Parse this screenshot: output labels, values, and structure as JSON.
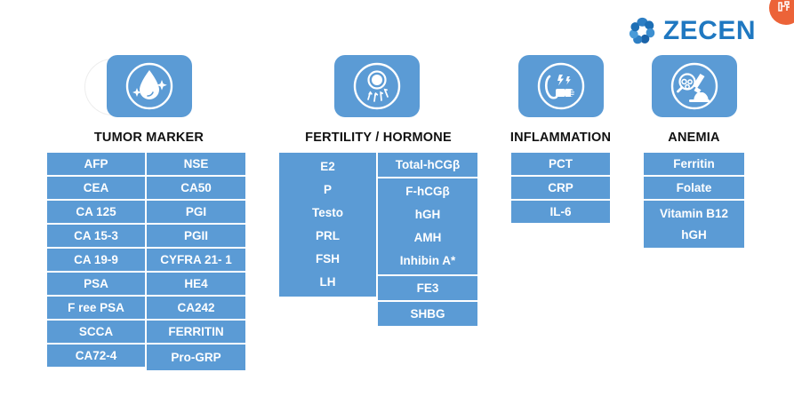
{
  "brand": {
    "name": "ZECEN",
    "logo_icon": "zecen-petal-ring-logo",
    "color": "#1F78C1"
  },
  "corner_badge": {
    "icon": "badge-glyph-icon",
    "color": "#EC6338"
  },
  "theme": {
    "cell_fill": "#5B9BD5",
    "cell_text": "#FFFFFF",
    "title_text": "#111111",
    "background": "#FFFFFF"
  },
  "sections": [
    {
      "id": "tumor-marker",
      "title": "TUMOR MARKER",
      "icon": "blood-drop-icon",
      "columns": [
        {
          "id": "tumor-left",
          "items": [
            "AFP",
            "CEA",
            "CA 125",
            "CA 15-3",
            "CA 19-9",
            "PSA",
            "F ree PSA",
            "SCCA",
            "CA72-4"
          ]
        },
        {
          "id": "tumor-right",
          "items": [
            "NSE",
            "CA50",
            "PGI",
            "PGII",
            "CYFRA 21- 1",
            "HE4",
            "CA242",
            "FERRITIN",
            "Pro-GRP"
          ]
        }
      ]
    },
    {
      "id": "fertility-hormone",
      "title": "FERTILITY / HORMONE",
      "icon": "fertility-egg-sperm-icon",
      "columns": [
        {
          "id": "fertility-left",
          "merged": true,
          "items": [
            "E2",
            "P",
            "Testo",
            "PRL",
            "FSH",
            "LH"
          ]
        },
        {
          "id": "fertility-right",
          "top_items": [
            "Total-hCGβ"
          ],
          "merged_items": [
            "F-hCGβ",
            "hGH",
            "AMH",
            "Inhibin A*"
          ],
          "bottom_items": [
            "FE3",
            "SHBG"
          ]
        }
      ]
    },
    {
      "id": "inflammation",
      "title": "INFLAMMATION",
      "icon": "inflamed-joint-icon",
      "columns": [
        {
          "id": "inflammation-main",
          "items": [
            "PCT",
            "CRP",
            "IL-6"
          ]
        }
      ]
    },
    {
      "id": "anemia",
      "title": "ANEMIA",
      "icon": "microscope-icon",
      "columns": [
        {
          "id": "anemia-main",
          "items": [
            "Ferritin",
            "Folate"
          ],
          "merged_items": [
            "Vitamin B12",
            "hGH"
          ]
        }
      ]
    }
  ]
}
